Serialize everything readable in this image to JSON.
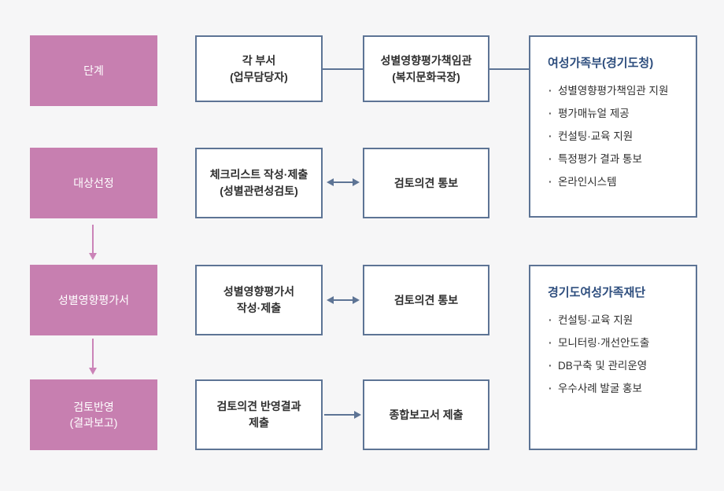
{
  "colors": {
    "stage_box_pink": "#c77fb0",
    "connector_slate": "#5d7495",
    "support_title_navy": "#2e4e7e",
    "body_text": "#2f2f2f",
    "background": "#f6f6f7"
  },
  "flow": {
    "rows": [
      {
        "stage": "단계",
        "left_box": "각 부서\n(업무담당자)",
        "right_box": "성별영향평가책임관\n(복지문화국장)",
        "connector": "plain-line"
      },
      {
        "stage": "대상선정",
        "left_box": "체크리스트 작성·제출\n(성별관련성검토)",
        "right_box": "검토의견 통보",
        "connector": "double-arrow"
      },
      {
        "stage": "성별영향평가서",
        "left_box": "성별영향평가서\n작성·제출",
        "right_box": "검토의견 통보",
        "connector": "double-arrow"
      },
      {
        "stage": "검토반영\n(결과보고)",
        "left_box": "검토의견 반영결과\n제출",
        "right_box": "종합보고서 제출",
        "connector": "right-arrow"
      }
    ]
  },
  "support_boxes": [
    {
      "title": "여성가족부(경기도청)",
      "items": [
        "성별영향평가책임관 지원",
        "평가매뉴얼 제공",
        "컨설팅·교육 지원",
        "특정평가 결과 통보",
        "온라인시스템"
      ]
    },
    {
      "title": "경기도여성가족재단",
      "items": [
        "컨설팅·교육 지원",
        "모니터링·개선안도출",
        "DB구축 및 관리운영",
        "우수사례 발굴 홍보"
      ]
    }
  ]
}
